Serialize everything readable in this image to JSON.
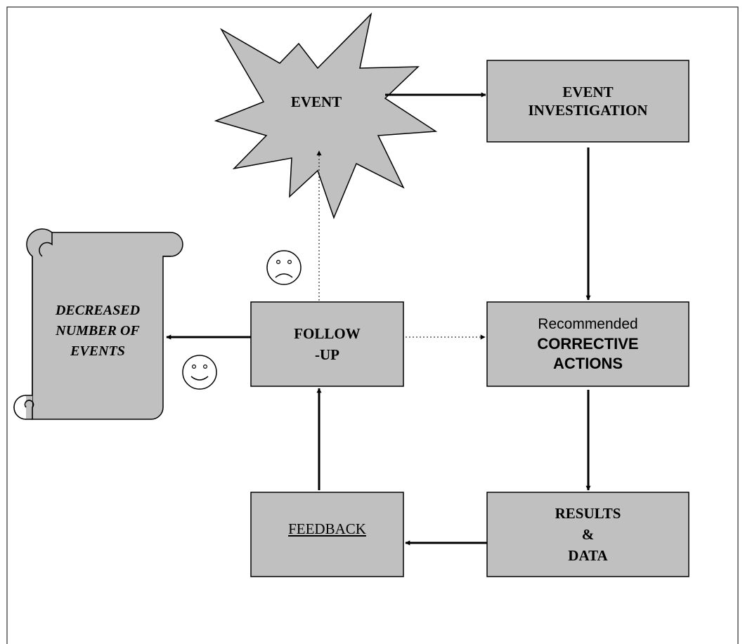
{
  "nodes": {
    "event": {
      "label": "EVENT"
    },
    "investigation": {
      "line1": "EVENT",
      "line2": "INVESTIGATION"
    },
    "corrective": {
      "line1": "Recommended",
      "line2": "CORRECTIVE",
      "line3": "ACTIONS"
    },
    "results": {
      "line1": "RESULTS",
      "line2": "&",
      "line3": "DATA"
    },
    "feedback": {
      "label": "FEEDBACK"
    },
    "followup": {
      "line1": "FOLLOW",
      "line2": "-UP"
    },
    "outcome": {
      "line1": "DECREASED",
      "line2": "NUMBER OF",
      "line3": "EVENTS"
    }
  },
  "icons": {
    "sad": "sad-face-icon",
    "happy": "happy-face-icon"
  },
  "colors": {
    "box_fill": "#c0c0c0",
    "stroke": "#000000",
    "background": "#ffffff"
  }
}
